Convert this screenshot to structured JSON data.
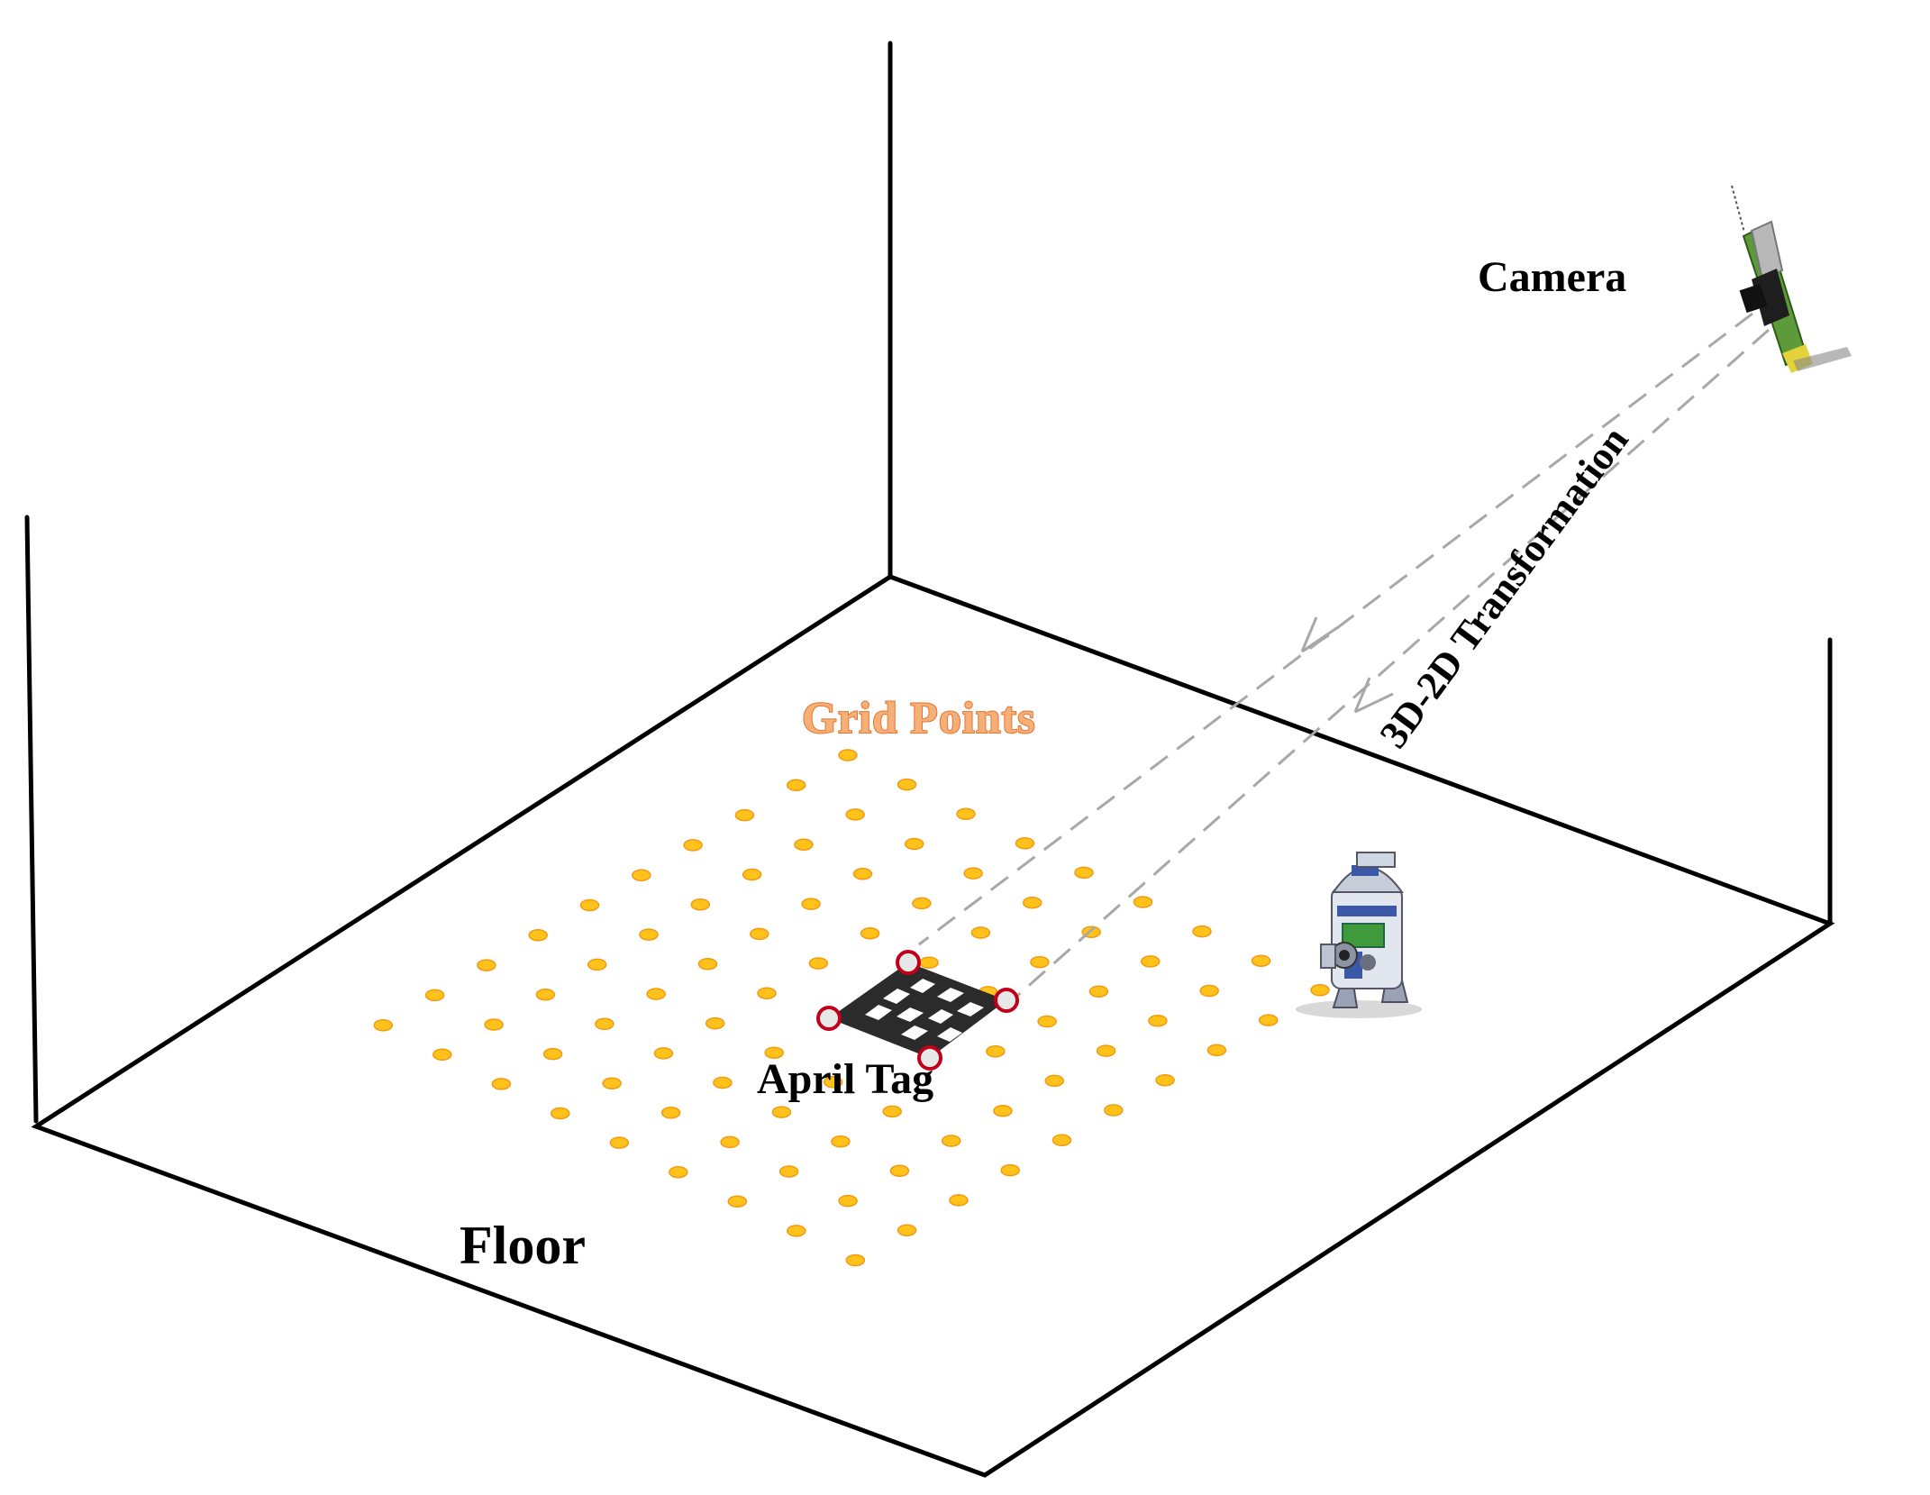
{
  "labels": {
    "camera": "Camera",
    "transformation": "3D-2D Transformation",
    "grid_points": "Grid Points",
    "april_tag": "April Tag",
    "floor": "Floor"
  },
  "colors": {
    "line": "#000000",
    "grid_dot": "#ffc21a",
    "grid_dot_edge": "#f29a12",
    "grid_label": "#e8732c",
    "ray": "#a8a8a8",
    "tag_corner": "#c0001a",
    "tag": "#2b2b2b"
  },
  "icons": {
    "camera": "camera-module-icon",
    "robot": "r2d2-robot-icon",
    "tag": "april-tag-marker"
  }
}
